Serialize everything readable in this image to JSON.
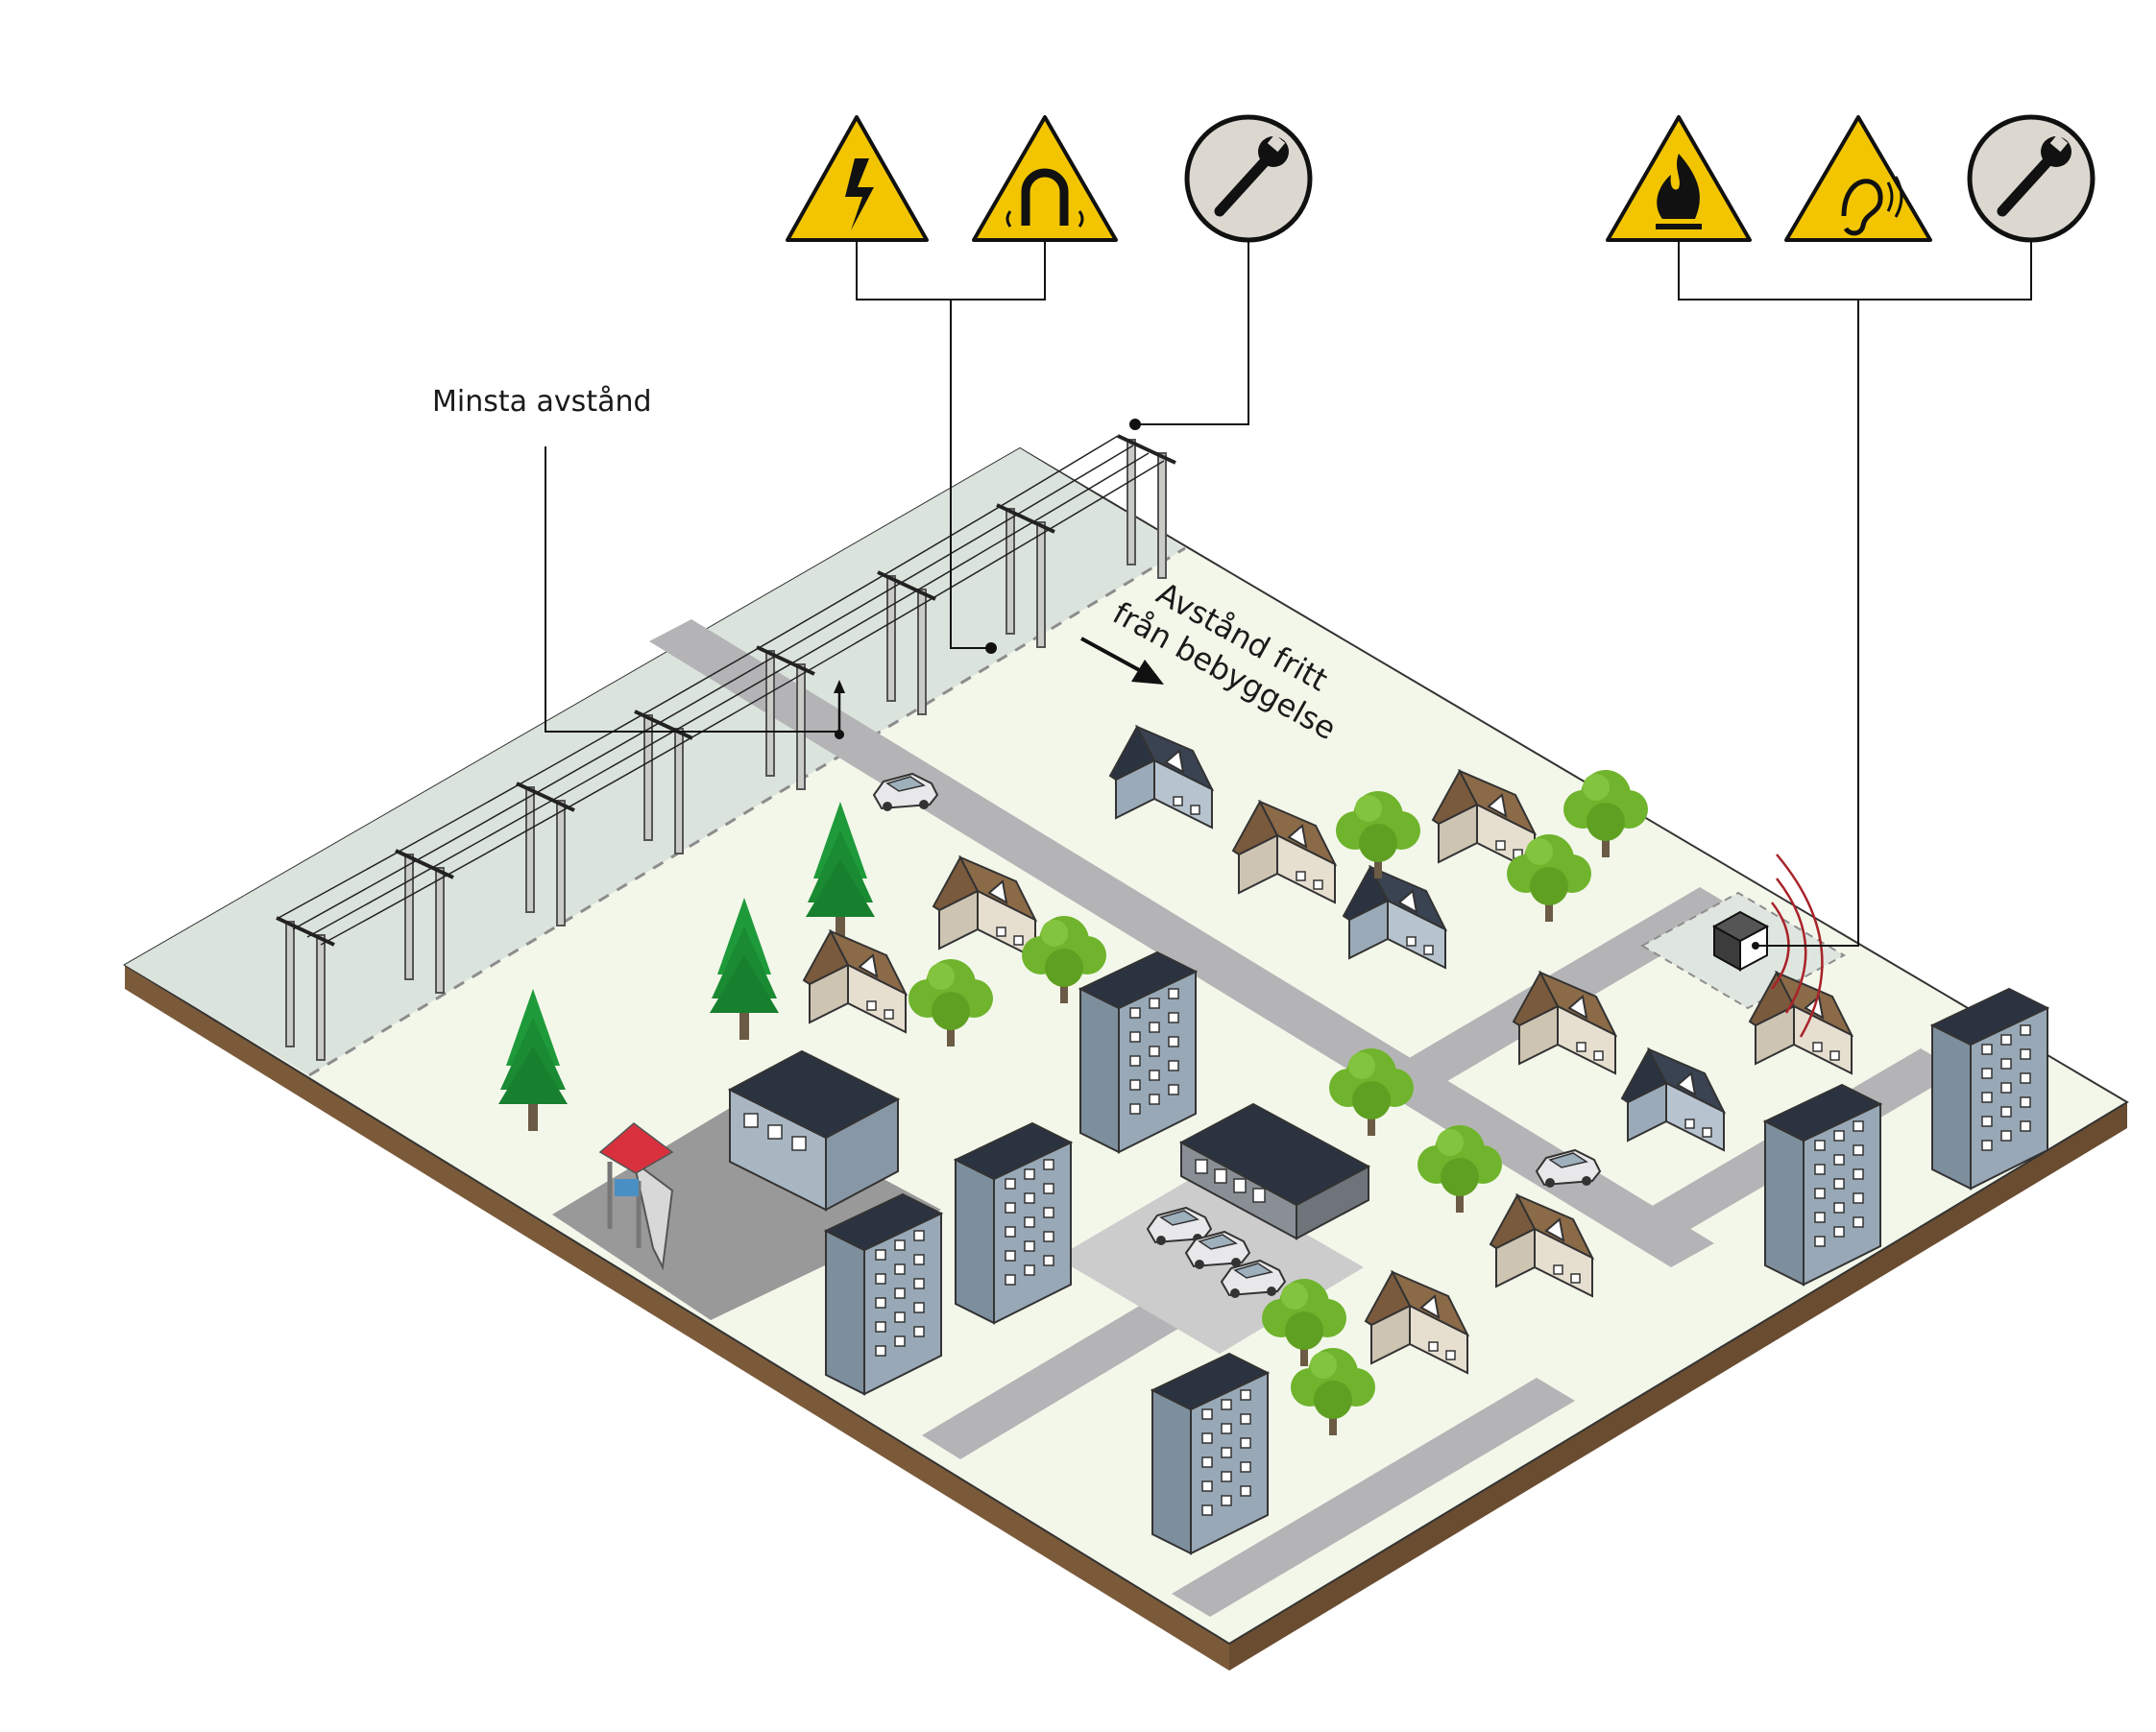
{
  "labels": {
    "min_distance": "Minsta avstånd",
    "free_distance_line1": "Avstånd fritt",
    "free_distance_line2": "från bebyggelse"
  },
  "icons": {
    "left_group": [
      "electric-hazard-icon",
      "magnetic-field-hazard-icon",
      "wrench-maintenance-icon"
    ],
    "right_group": [
      "fire-hazard-icon",
      "noise-hazard-icon",
      "wrench-maintenance-icon"
    ]
  },
  "colors": {
    "warning_yellow": "#f2c500",
    "maintenance_circle": "#dcd8d0",
    "ground": "#f3f7ea",
    "corridor": "#dbe3dd",
    "road": "#b4b4b6",
    "soil": "#7b5a3a",
    "tree_green": "#6fb42c",
    "conifer_green": "#1f9a3a",
    "apartment_wall": "#a8b6c2",
    "house_wall": "#e1d9ca",
    "roof_brown": "#7a5a3c",
    "roof_dark": "#2b3340",
    "wave_red": "#a8232a"
  }
}
